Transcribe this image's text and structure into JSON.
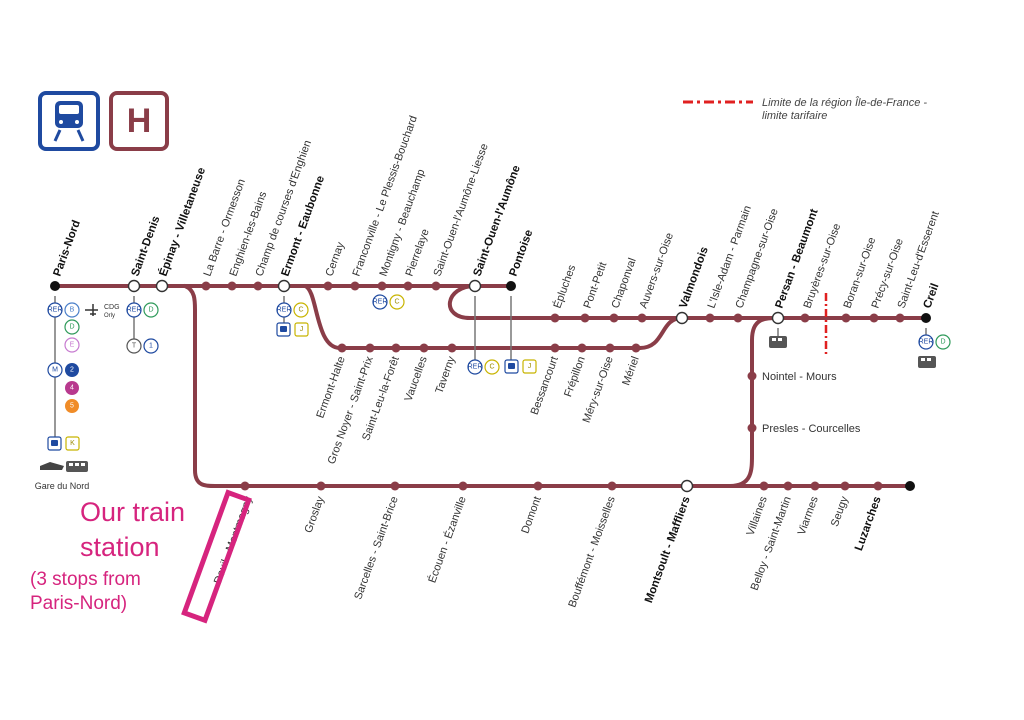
{
  "header": {
    "train_icon": "train-icon",
    "h_line_label": "H",
    "legend_text_1": "Limite de la région Île-de-France -",
    "legend_text_2": "limite tarifaire",
    "colors": {
      "line": "#8a3d48",
      "boundary": "#e02020",
      "rer_blue": "#1f4aa0",
      "callout": "#d6247e"
    }
  },
  "stations": {
    "paris_nord": "Paris-Nord",
    "saint_denis": "Saint-Denis",
    "epinay": "Épinay - Villetaneuse",
    "la_barre": "La Barre - Ormesson",
    "enghien": "Enghien-les-Bains",
    "champ_courses": "Champ de courses d'Enghien",
    "ermont_eaubonne": "Ermont - Eaubonne",
    "cernay": "Cernay",
    "franconville": "Franconville - Le Plessis-Bouchard",
    "montigny": "Montigny - Beauchamp",
    "pierrelaye": "Pierrelaye",
    "saint_ouen_liesse": "Saint-Ouen-l'Aumône-Liesse",
    "saint_ouen_aumone": "Saint-Ouen-l'Aumône",
    "pontoise": "Pontoise",
    "epluches": "Épluches",
    "pont_petit": "Pont-Petit",
    "chaponval": "Chaponval",
    "auvers": "Auvers-sur-Oise",
    "valmondois": "Valmondois",
    "isle_adam": "L'Isle-Adam - Parmain",
    "champagne": "Champagne-sur-Oise",
    "persan": "Persan - Beaumont",
    "bruyeres": "Bruyères-sur-Oise",
    "boran": "Boran-sur-Oise",
    "precy": "Précy-sur-Oise",
    "saint_leu_esserent": "Saint-Leu-d'Esserent",
    "creil": "Creil",
    "ermont_halte": "Ermont-Halte",
    "gros_noyer": "Gros Noyer - Saint-Prix",
    "saint_leu_foret": "Saint-Leu-la-Forêt",
    "vaucelles": "Vaucelles",
    "taverny": "Taverny",
    "bessancourt": "Bessancourt",
    "frepillon": "Frépillon",
    "mery": "Méry-sur-Oise",
    "meriel": "Mériel",
    "nointel": "Nointel - Mours",
    "presles": "Presles - Courcelles",
    "deuil": "Deuil - Montmagny",
    "groslay": "Groslay",
    "sarcelles": "Sarcelles - Saint-Brice",
    "ecouen": "Écouen - Ézanville",
    "domont": "Domont",
    "bouffemont": "Bouffémont - Moisselles",
    "montsoult": "Montsoult - Maffliers",
    "villaines": "Villaines",
    "belloy": "Belloy - Saint-Martin",
    "viarmes": "Viarmes",
    "seugy": "Seugy",
    "luzarches": "Luzarches",
    "gare_du_nord": "Gare du Nord"
  },
  "badges": {
    "rer": "RER",
    "b": "B",
    "d": "D",
    "e": "E",
    "c": "C",
    "j": "J",
    "k": "K",
    "m": "M",
    "m2": "2",
    "m4": "4",
    "m5": "5",
    "t": "T",
    "t1": "1",
    "cdg": "CDG",
    "orly": "Orly"
  },
  "callout": {
    "line1": "Our train",
    "line2": "station",
    "line3": "(3 stops from",
    "line4": "Paris-Nord)"
  }
}
